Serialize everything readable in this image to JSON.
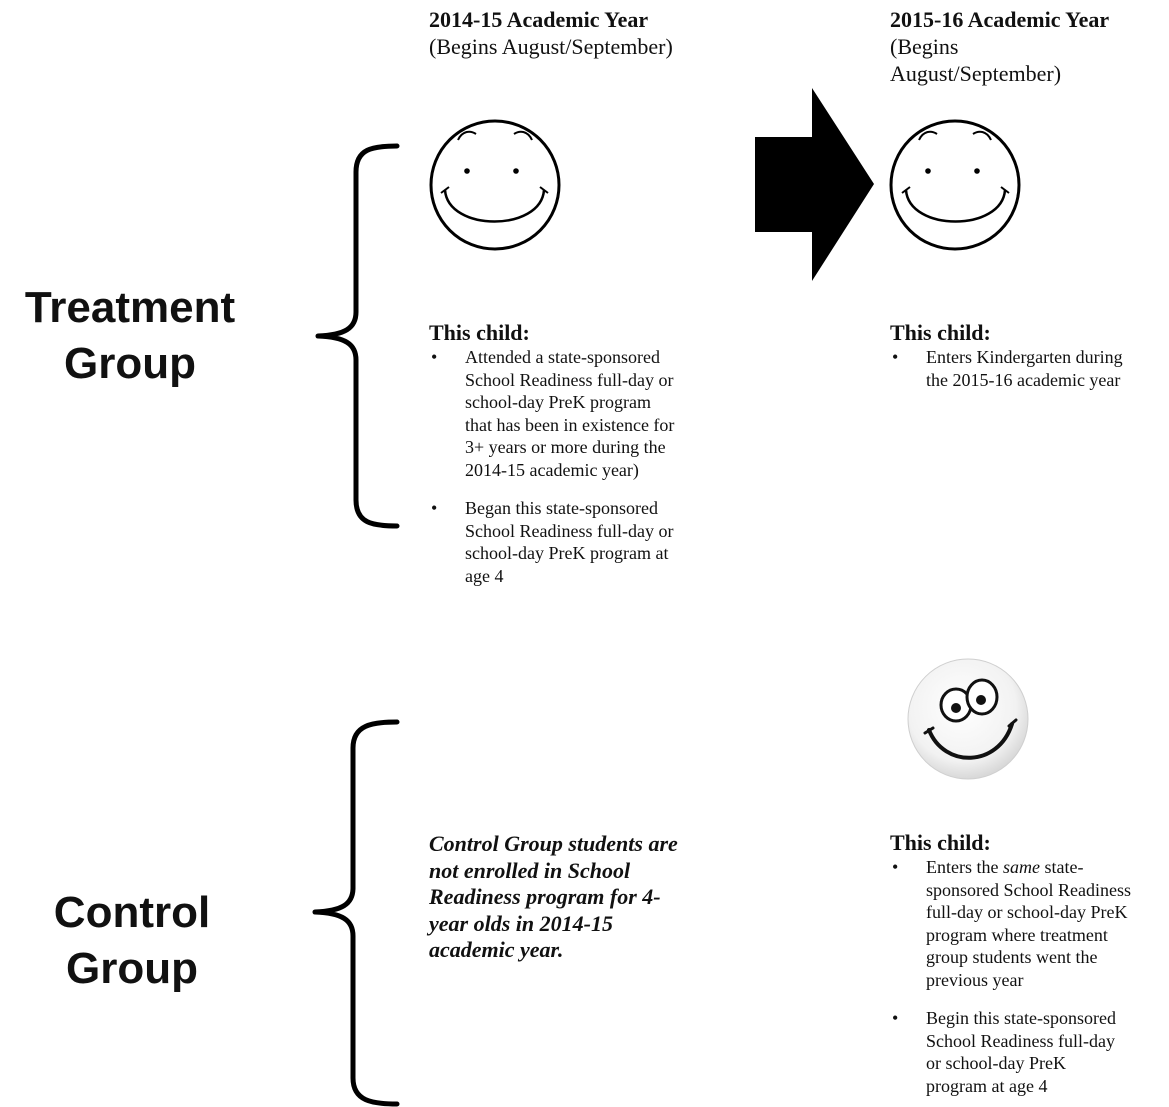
{
  "groups": {
    "treatment": {
      "label_line1": "Treatment",
      "label_line2": "Group"
    },
    "control": {
      "label_line1": "Control",
      "label_line2": "Group"
    }
  },
  "columns": {
    "year1": {
      "title": "2014-15 Academic Year",
      "subtitle": "(Begins August/September)"
    },
    "year2": {
      "title": "2015-16 Academic Year",
      "subtitle_line1": "(Begins",
      "subtitle_line2": "August/September)"
    }
  },
  "treatment_year1": {
    "heading": "This child:",
    "bullets": [
      [
        "Attended a state-sponsored",
        "School Readiness full-day or",
        "school-day PreK program",
        "that has been in existence for",
        "3+ years or more during the",
        "2014-15 academic year)"
      ],
      [
        "Began this state-sponsored",
        "School Readiness full-day or",
        "school-day PreK program at",
        "age 4"
      ]
    ]
  },
  "treatment_year2": {
    "heading": "This child:",
    "bullets": [
      [
        "Enters Kindergarten during",
        "the 2015-16 academic year"
      ]
    ]
  },
  "control_year1": {
    "note": [
      "Control Group students are",
      "not enrolled in School",
      "Readiness program for 4-",
      "year olds in 2014-15",
      "academic year."
    ]
  },
  "control_year2": {
    "heading": "This child:",
    "b1_pre": "Enters the ",
    "b1_em": "same",
    "b1_post": " state-",
    "b1_rest": [
      "sponsored School Readiness",
      "full-day or school-day PreK",
      "program where treatment",
      "group students went the",
      "previous year"
    ],
    "b2": [
      "Begin this state-sponsored",
      "School Readiness full-day",
      "or school-day PreK",
      "program at age 4"
    ]
  },
  "icons": [
    "smiley-face-icon",
    "smiley-face-icon",
    "wide-eyed-smiley-icon",
    "right-arrow-icon",
    "curly-brace-icon"
  ]
}
